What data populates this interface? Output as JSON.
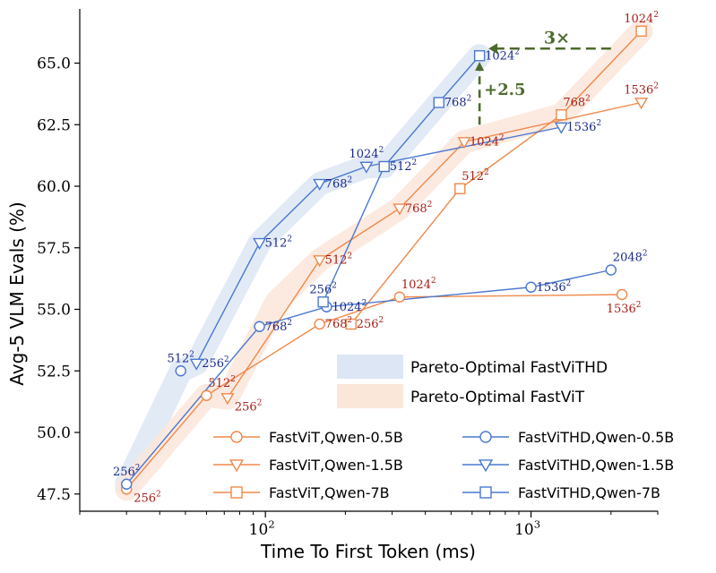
{
  "chart_data": {
    "type": "line",
    "xlabel": "Time To First Token (ms)",
    "ylabel": "Avg-5 VLM Evals (%)",
    "xscale": "log",
    "xlim": [
      20,
      3000
    ],
    "ylim": [
      46.8,
      67.2
    ],
    "yticks": [
      "47.5",
      "50.0",
      "52.5",
      "55.0",
      "57.5",
      "60.0",
      "62.5",
      "65.0"
    ],
    "xticks": [
      {
        "base": "10",
        "exp": "2",
        "value": 100
      },
      {
        "base": "10",
        "exp": "3",
        "value": 1000
      }
    ],
    "grid": false,
    "legend_placement": "lower-right",
    "pareto_bands": [
      {
        "name": "Pareto-Optimal FastViTHD",
        "color": "#dde6f5",
        "x": [
          30,
          48,
          55,
          95,
          160,
          240,
          280,
          450,
          640
        ],
        "y": [
          47.9,
          52.5,
          52.8,
          57.7,
          60.1,
          60.8,
          60.8,
          63.4,
          65.3
        ]
      },
      {
        "name": "Pareto-Optimal FastViT",
        "color": "#fbe6da",
        "x": [
          30,
          60,
          72,
          110,
          160,
          320,
          560,
          1300,
          2600
        ],
        "y": [
          47.7,
          51.5,
          51.4,
          55.3,
          57.0,
          59.1,
          61.8,
          62.9,
          66.3
        ]
      }
    ],
    "series": [
      {
        "name": "FastViT,Qwen-0.5B",
        "color": "#f0884a",
        "marker": "circle",
        "label_color": "#a3201a",
        "x": [
          30,
          60,
          160,
          320,
          2200
        ],
        "y": [
          47.7,
          51.5,
          54.4,
          55.5,
          55.6
        ],
        "labels": [
          "256²",
          "512²",
          "768²",
          "1024²",
          "1536²"
        ],
        "label_pos": [
          "below-right",
          "above-right",
          "right",
          "above-right",
          "below"
        ]
      },
      {
        "name": "FastViT,Qwen-1.5B",
        "color": "#f0884a",
        "marker": "triangle-down",
        "label_color": "#a3201a",
        "x": [
          72,
          160,
          320,
          560,
          2600
        ],
        "y": [
          51.4,
          57.0,
          59.1,
          61.8,
          63.4
        ],
        "labels": [
          "256²",
          "512²",
          "768²",
          "1024²",
          "1536²"
        ],
        "label_pos": [
          "below-right",
          "right",
          "right",
          "right",
          "above"
        ]
      },
      {
        "name": "FastViT,Qwen-7B",
        "color": "#f0884a",
        "marker": "square",
        "label_color": "#a3201a",
        "x": [
          210,
          540,
          1300,
          2600
        ],
        "y": [
          54.4,
          59.9,
          62.9,
          66.3
        ],
        "labels": [
          "256²",
          "512²",
          "768²",
          "1024²"
        ],
        "label_pos": [
          "right",
          "above-right",
          "above-right",
          "above"
        ]
      },
      {
        "name": "FastViTHD,Qwen-0.5B",
        "color": "#4a78d0",
        "marker": "circle",
        "label_color": "#1a2a8a",
        "x": [
          30,
          95,
          170,
          1000,
          2000
        ],
        "y": [
          47.9,
          54.3,
          55.1,
          55.9,
          56.6
        ],
        "labels": [
          "",
          "768²",
          "1024²",
          "1536²",
          "2048²"
        ],
        "label_pos": [
          "",
          "right",
          "right",
          "right",
          "above-right"
        ]
      },
      {
        "name": "FastViTHD,Qwen-1.5B",
        "color": "#4a78d0",
        "marker": "triangle-down",
        "label_color": "#1a2a8a",
        "x": [
          55,
          95,
          160,
          240,
          1300
        ],
        "y": [
          52.8,
          57.7,
          60.1,
          60.8,
          62.4
        ],
        "labels": [
          "256²",
          "512²",
          "768²",
          "1024²",
          "1536²"
        ],
        "label_pos": [
          "right",
          "right",
          "right",
          "above",
          "right"
        ]
      },
      {
        "name": "FastViTHD,Qwen-7B",
        "color": "#4a78d0",
        "marker": "square",
        "label_color": "#1a2a8a",
        "x": [
          165,
          280,
          450,
          640
        ],
        "y": [
          55.3,
          60.8,
          63.4,
          65.3
        ],
        "labels": [
          "256²",
          "512²",
          "768²",
          "1024²"
        ],
        "label_pos": [
          "above",
          "right",
          "right",
          "right"
        ]
      }
    ],
    "extra_labels": [
      {
        "x": 30,
        "y": 47.9,
        "text": "256²",
        "color": "#1a2a8a",
        "pos": "above"
      },
      {
        "x": 48,
        "y": 52.5,
        "text": "512²",
        "color": "#1a2a8a",
        "pos": "above"
      }
    ],
    "extra_points": [
      {
        "x": 48,
        "y": 52.5,
        "color": "#4a78d0",
        "marker": "circle"
      }
    ],
    "annotations": [
      {
        "type": "arrow-horizontal",
        "text": "3×",
        "color": "#4d6a2e",
        "x_from": 2000,
        "x_to": 650,
        "y": 65.3
      },
      {
        "type": "arrow-vertical",
        "text": "+2.5",
        "color": "#4d6a2e",
        "x": 640,
        "y_from": 62.5,
        "y_to": 65.2
      }
    ]
  }
}
